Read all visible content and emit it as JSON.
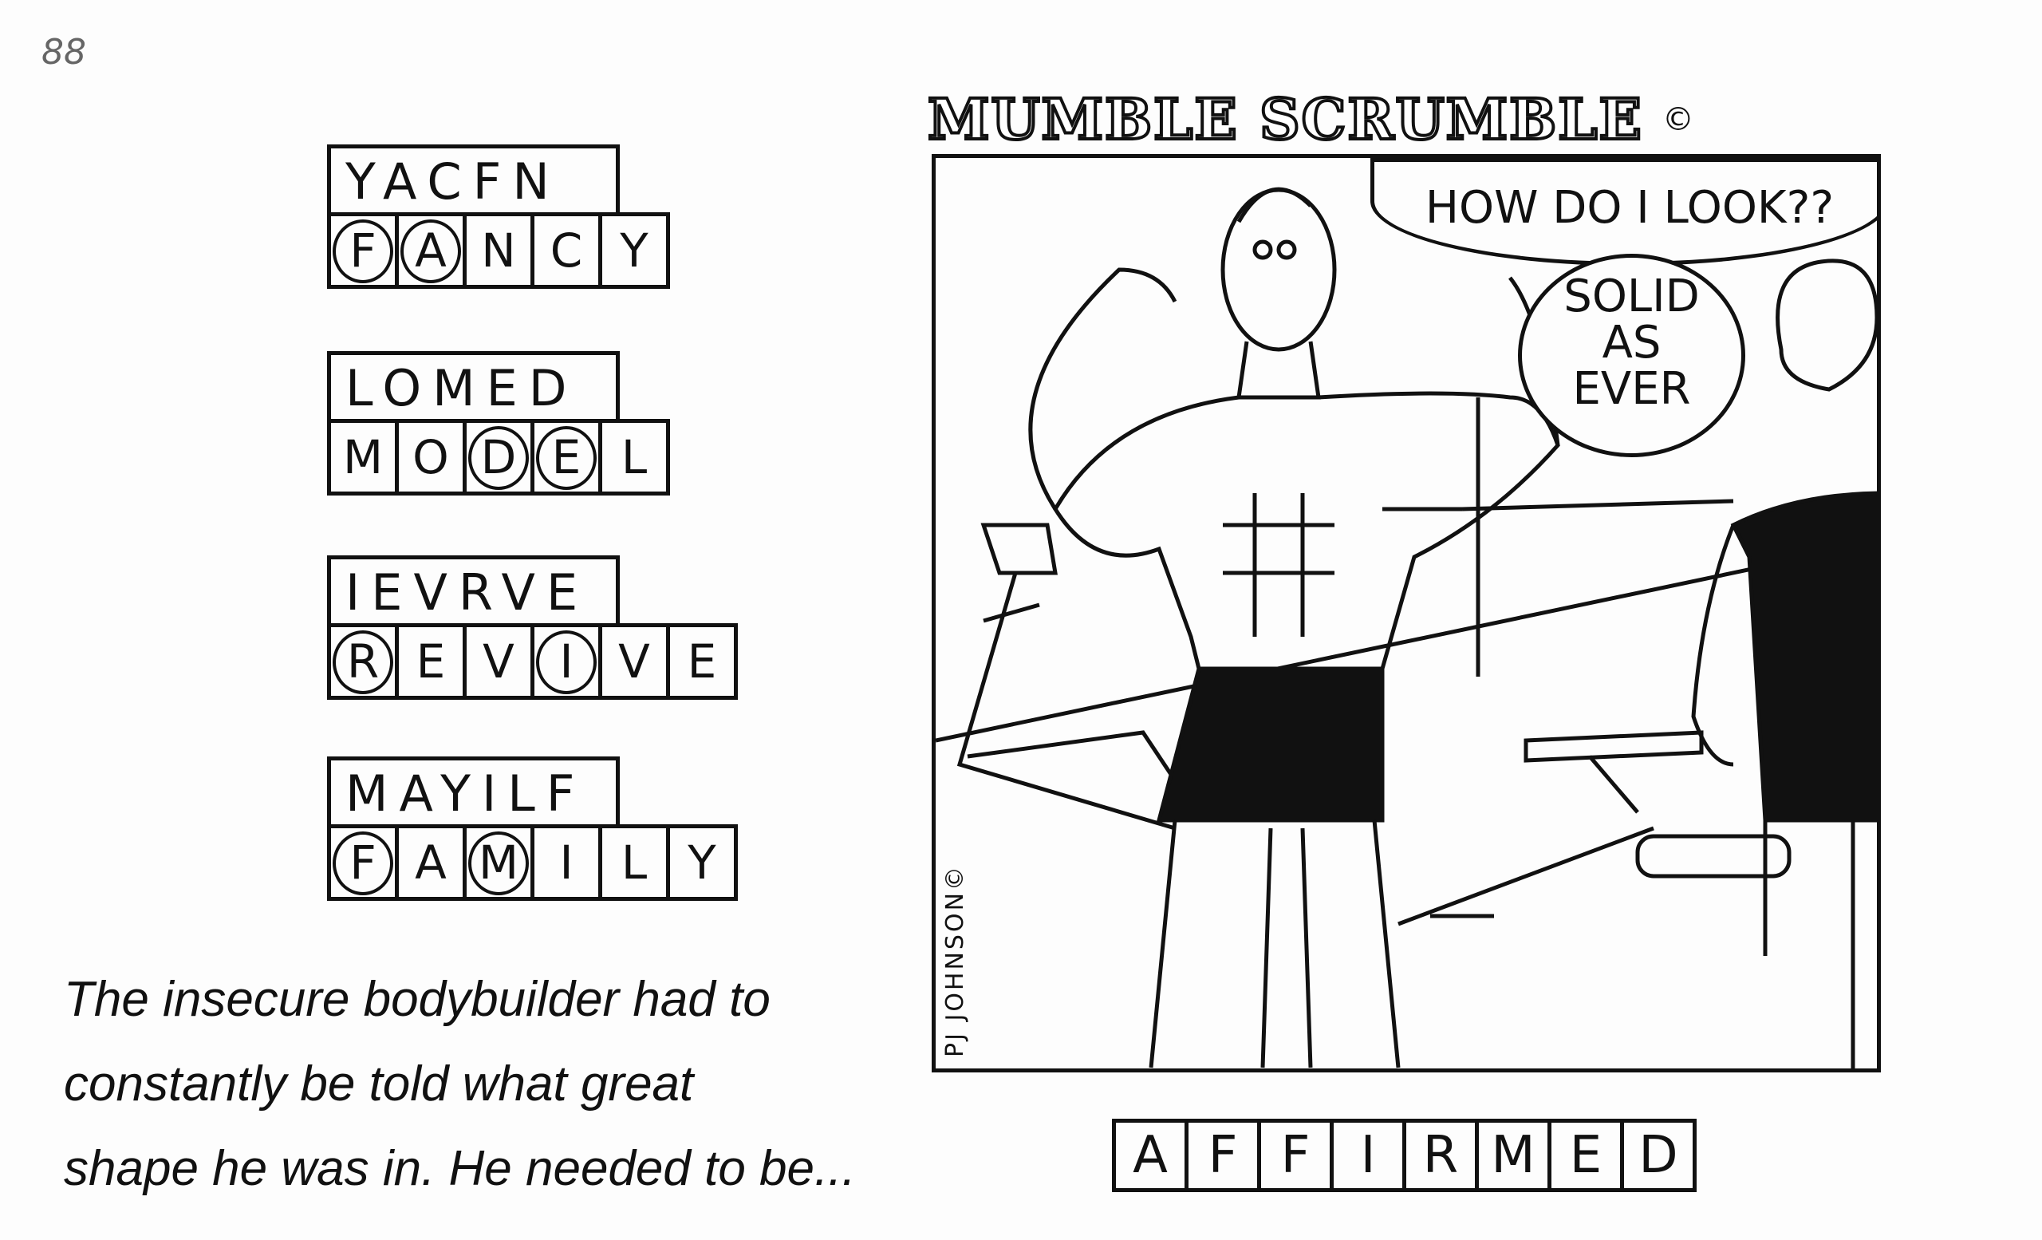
{
  "page_number": "88",
  "puzzles": [
    {
      "scrambled": "YACFN",
      "answer": [
        "F",
        "A",
        "N",
        "C",
        "Y"
      ],
      "circled": [
        0,
        1
      ]
    },
    {
      "scrambled": "LOMED",
      "answer": [
        "M",
        "O",
        "D",
        "E",
        "L"
      ],
      "circled": [
        2,
        3
      ]
    },
    {
      "scrambled": "IEVRVE",
      "answer": [
        "R",
        "E",
        "V",
        "I",
        "V",
        "E"
      ],
      "circled": [
        0,
        3
      ]
    },
    {
      "scrambled": "MAYILF",
      "answer": [
        "F",
        "A",
        "M",
        "I",
        "L",
        "Y"
      ],
      "circled": [
        0,
        2
      ]
    }
  ],
  "story": {
    "line1": "The insecure bodybuilder had to",
    "line2": "constantly be told what great",
    "line3": "shape he was in. He needed to be..."
  },
  "comic": {
    "title": "MUMBLE SCRUMBLE",
    "copyright": "©",
    "bubble_man": "HOW DO I LOOK??",
    "bubble_woman": [
      "SOLID",
      "AS",
      "EVER"
    ],
    "signature": "PJ JOHNSON©"
  },
  "final_answer": [
    "A",
    "F",
    "F",
    "I",
    "R",
    "M",
    "E",
    "D"
  ]
}
